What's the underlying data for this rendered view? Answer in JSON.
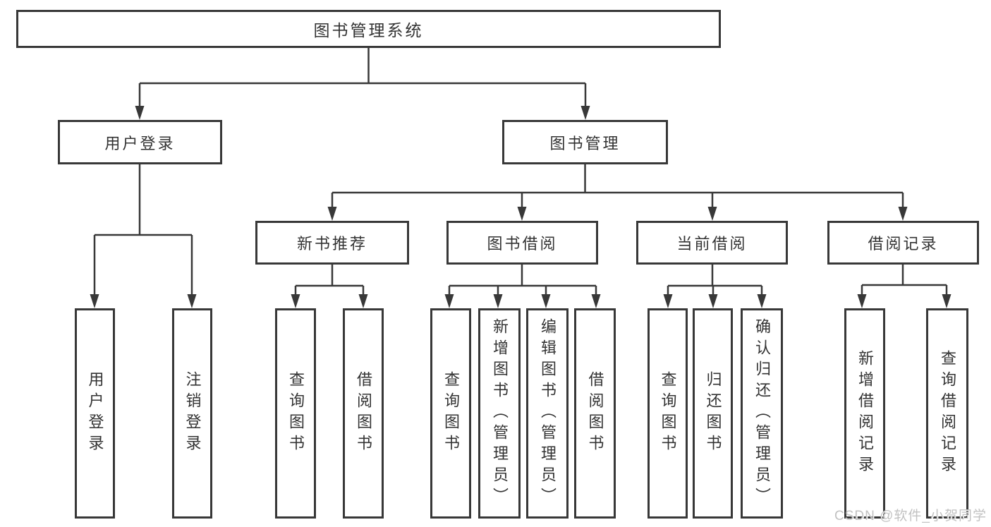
{
  "tree": {
    "root": "图书管理系统",
    "user_login": {
      "label": "用户登录",
      "children": {
        "login": "用户登录",
        "logout": "注销登录"
      }
    },
    "book_mgmt": {
      "label": "图书管理",
      "new_book_rec": {
        "label": "新书推荐",
        "children": {
          "query_books": "查询图书",
          "borrow_books": "借阅图书"
        }
      },
      "book_borrow": {
        "label": "图书借阅",
        "children": {
          "query_books": "查询图书",
          "add_books_admin": "新增图书（管理员）",
          "edit_books_admin": "编辑图书（管理员）",
          "borrow_books": "借阅图书"
        }
      },
      "current_borrow": {
        "label": "当前借阅",
        "children": {
          "query_books": "查询图书",
          "return_books": "归还图书",
          "confirm_return_admin": "确认归还（管理员）"
        }
      },
      "borrow_records": {
        "label": "借阅记录",
        "children": {
          "add_record": "新增借阅记录",
          "query_record": "查询借阅记录"
        }
      }
    }
  },
  "watermark": "CSDN @软件_小贺同学",
  "colors": {
    "line": "#383838",
    "border": "#383838",
    "text": "#333333",
    "background": "#ffffff",
    "watermark": "#c2c2c2"
  }
}
